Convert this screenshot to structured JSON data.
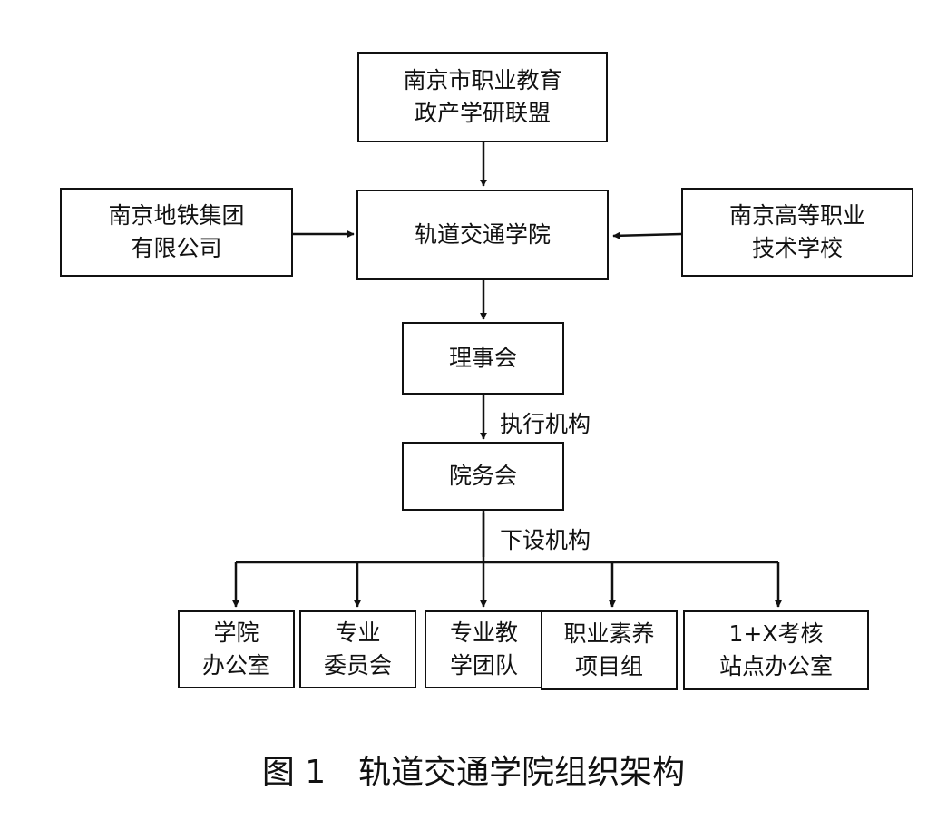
{
  "nodes": {
    "alliance": [
      "南京市职业教育",
      "政产学研联盟"
    ],
    "metro": [
      "南京地铁集团",
      "有限公司"
    ],
    "college": [
      "轨道交通学院"
    ],
    "vocational_school": [
      "南京高等职业",
      "技术学校"
    ],
    "board": [
      "理事会"
    ],
    "council": [
      "院务会"
    ],
    "office": [
      "学院",
      "办公室"
    ],
    "committee": [
      "专业",
      "委员会"
    ],
    "teaching_team": [
      "专业教",
      "学团队"
    ],
    "literacy_group": [
      "职业素养",
      "项目组"
    ],
    "x_cert_office": [
      "1+X考核",
      "站点办公室"
    ]
  },
  "edge_labels": {
    "executive": "执行机构",
    "subordinate": "下设机构"
  },
  "caption": "图 1　轨道交通学院组织架构"
}
